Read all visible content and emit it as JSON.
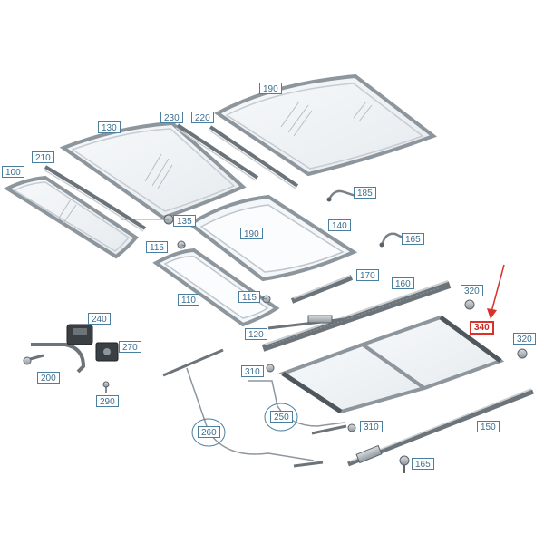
{
  "colors": {
    "glass_fill": "#eef2f5",
    "glass_fill_light": "#f7f9fb",
    "frame_stroke": "#8e969d",
    "frame_dark": "#5b6369",
    "callout_border": "#4a7fa0",
    "callout_text": "#3d6f8f",
    "highlight": "#d9322b"
  },
  "callouts": [
    {
      "id": "c190a",
      "label": "190"
    },
    {
      "id": "c130",
      "label": "130"
    },
    {
      "id": "c230",
      "label": "230"
    },
    {
      "id": "c220",
      "label": "220"
    },
    {
      "id": "c210",
      "label": "210"
    },
    {
      "id": "c100",
      "label": "100"
    },
    {
      "id": "c185",
      "label": "185"
    },
    {
      "id": "c135",
      "label": "135"
    },
    {
      "id": "c190b",
      "label": "190"
    },
    {
      "id": "c140",
      "label": "140"
    },
    {
      "id": "c165a",
      "label": "165"
    },
    {
      "id": "c115a",
      "label": "115"
    },
    {
      "id": "c170",
      "label": "170"
    },
    {
      "id": "c160",
      "label": "160"
    },
    {
      "id": "c320a",
      "label": "320"
    },
    {
      "id": "c110",
      "label": "110"
    },
    {
      "id": "c115b",
      "label": "115"
    },
    {
      "id": "c340",
      "label": "340",
      "highlight": true
    },
    {
      "id": "c120",
      "label": "120"
    },
    {
      "id": "c240",
      "label": "240"
    },
    {
      "id": "c320b",
      "label": "320"
    },
    {
      "id": "c270",
      "label": "270"
    },
    {
      "id": "c310a",
      "label": "310"
    },
    {
      "id": "c200",
      "label": "200"
    },
    {
      "id": "c260",
      "label": "260"
    },
    {
      "id": "c250",
      "label": "250"
    },
    {
      "id": "c290",
      "label": "290"
    },
    {
      "id": "c310b",
      "label": "310"
    },
    {
      "id": "c150",
      "label": "150"
    },
    {
      "id": "c165b",
      "label": "165"
    }
  ]
}
